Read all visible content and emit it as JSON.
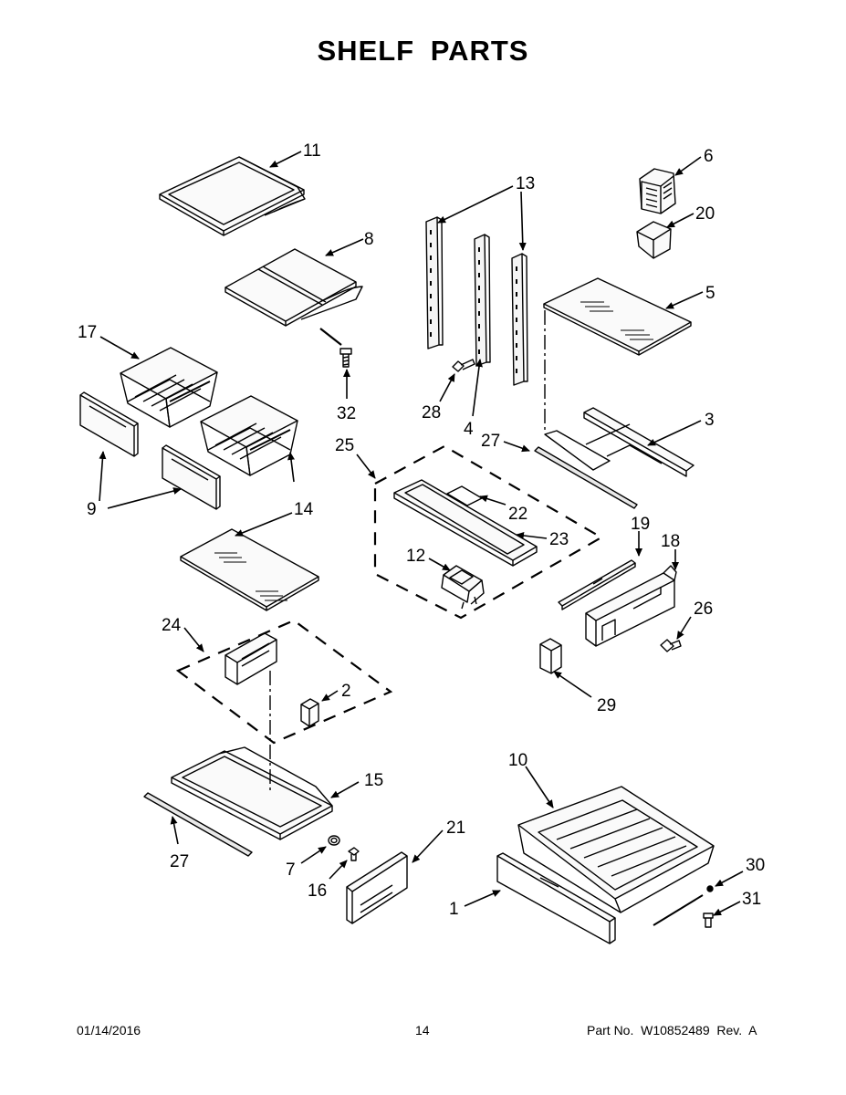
{
  "title": "SHELF PARTS",
  "callouts": [
    "11",
    "8",
    "6",
    "20",
    "13",
    "5",
    "17",
    "32",
    "28",
    "4",
    "3",
    "27",
    "25",
    "22",
    "23",
    "9",
    "14",
    "19",
    "18",
    "12",
    "26",
    "24",
    "2",
    "29",
    "10",
    "15",
    "21",
    "27",
    "30",
    "31",
    "7",
    "16",
    "1"
  ],
  "footer": {
    "date": "01/14/2016",
    "page": "14",
    "part_no": "Part No.  W10852489  Rev.  A"
  }
}
